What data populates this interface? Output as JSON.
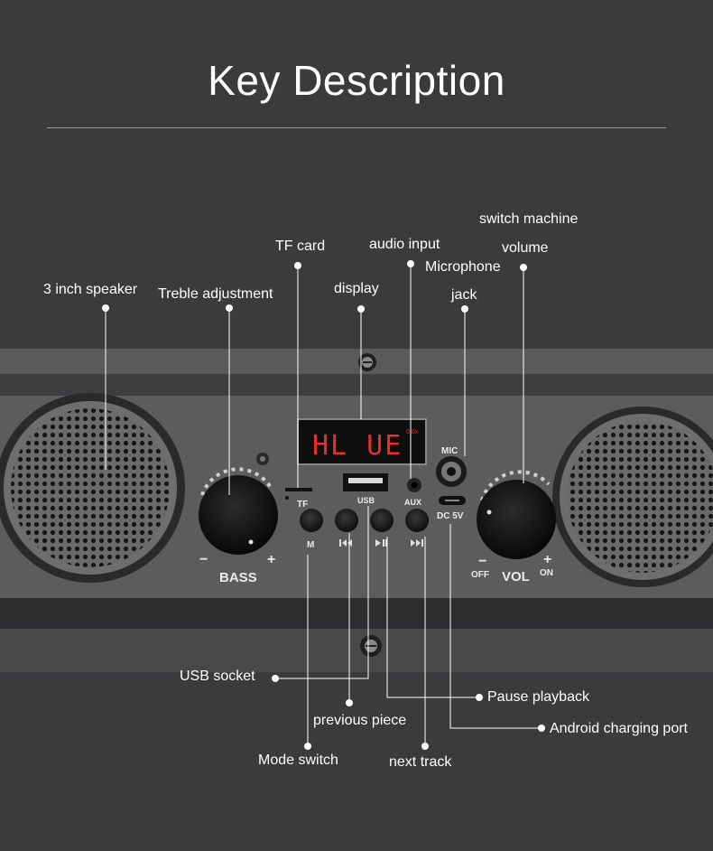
{
  "title": "Key Description",
  "labels": {
    "speaker": "3 inch speaker",
    "treble": "Treble adjustment",
    "tf_card": "TF card",
    "display": "display",
    "audio_input": "audio input",
    "microphone": "Microphone",
    "jack": "jack",
    "switch_machine": "switch machine",
    "volume": "volume",
    "usb_socket": "USB socket",
    "previous_piece": "previous piece",
    "mode_switch": "Mode switch",
    "next_track": "next track",
    "pause_playback": "Pause playback",
    "android_port": "Android charging port"
  },
  "device": {
    "display_text": "HL UE",
    "display_small": "0.0x",
    "tf": "TF",
    "usb": "USB",
    "aux": "AUX",
    "mic": "MIC",
    "dc": "DC 5V",
    "bass": "BASS",
    "vol": "VOL",
    "minus": "−",
    "plus": "+",
    "off": "OFF",
    "on": "ON",
    "btn_m": "M"
  },
  "colors": {
    "background": "#3b3b3d",
    "panel": "#59595b",
    "display_red": "#e8302a"
  }
}
